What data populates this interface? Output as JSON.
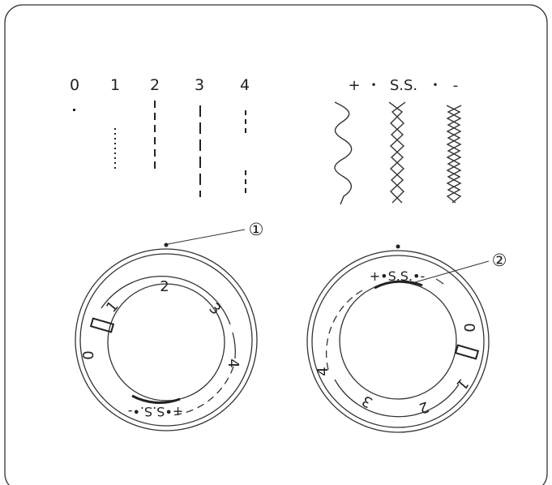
{
  "length_scale": {
    "labels": [
      "0",
      "1",
      "2",
      "3",
      "4"
    ]
  },
  "zigzag_scale": {
    "plus": "+",
    "dot_left": "•",
    "ss": "S.S.",
    "dot_right": "•",
    "minus": "-"
  },
  "callouts": {
    "one": "①",
    "two": "②"
  },
  "dial_left": {
    "label_0": "0",
    "label_1": "1",
    "label_2": "2",
    "label_3": "3",
    "label_4": "4",
    "label_ss": "+•S.S.•-"
  },
  "dial_right": {
    "label_0": "0",
    "label_1": "1",
    "label_2": "2",
    "label_3": "3",
    "label_4": "4",
    "label_ss": "+•S.S.•-"
  }
}
